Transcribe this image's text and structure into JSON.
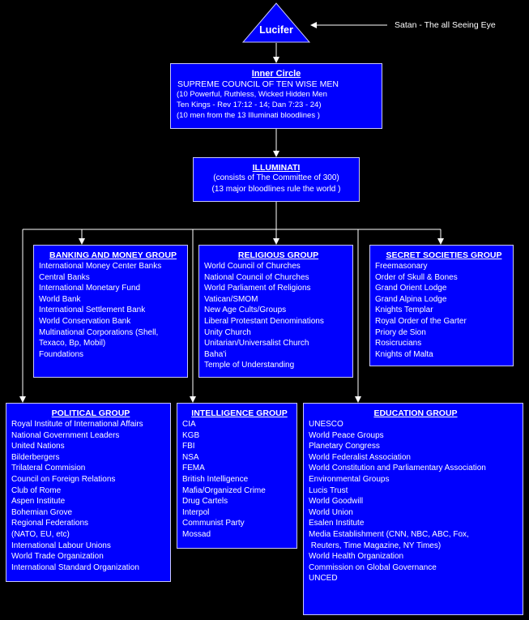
{
  "top": {
    "label": "Lucifer",
    "note": "Satan - The all Seeing Eye"
  },
  "inner_circle": {
    "title": "Inner Circle",
    "lines": [
      "SUPREME COUNCIL OF TEN WISE MEN",
      "(10 Powerful, Ruthless, Wicked Hidden Men",
      "Ten Kings - Rev 17:12 - 14; Dan 7:23 - 24)",
      "(10 men from the 13 Illuminati bloodlines )"
    ]
  },
  "illuminati": {
    "title": "ILLUMINATI",
    "lines": [
      "(consists of The Committee of 300)",
      "(13 major bloodlines rule the world )"
    ]
  },
  "groups": {
    "banking": {
      "title": "BANKING AND MONEY GROUP",
      "items": [
        "International Money Center Banks",
        "Central Banks",
        "International Monetary Fund",
        "World Bank",
        "International Settlement Bank",
        "World Conservation Bank",
        "Multinational Corporations (Shell,",
        "Texaco, Bp, Mobil)",
        "Foundations"
      ]
    },
    "religious": {
      "title": "RELIGIOUS GROUP",
      "items": [
        "World Council of Churches",
        "National Council of Churches",
        "World Parliament of Religions",
        "Vatican/SMOM",
        "New Age Cults/Groups",
        "Liberal Protestant Denominations",
        "Unity Church",
        "Unitarian/Universalist Church",
        "Baha'i",
        "Temple of Understanding"
      ]
    },
    "secret": {
      "title": "SECRET SOCIETIES GROUP",
      "items": [
        "Freemasonary",
        "Order of Skull & Bones",
        "Grand Orient Lodge",
        "Grand Alpina Lodge",
        "Knights Templar",
        "Royal Order of the Garter",
        "Priory de Sion",
        "Rosicrucians",
        "Knights of Malta"
      ]
    },
    "political": {
      "title": "POLITICAL GROUP",
      "items": [
        "Royal Institute of International Affairs",
        "National Government Leaders",
        "United Nations",
        "Bilderbergers",
        "Trilateral Commision",
        "Council on Foreign Relations",
        "Club of Rome",
        "Aspen Institute",
        "Bohemian Grove",
        "Regional Federations",
        "(NATO, EU, etc)",
        "International Labour Unions",
        "World Trade Organization",
        "International Standard Organization"
      ]
    },
    "intelligence": {
      "title": "INTELLIGENCE GROUP",
      "items": [
        "CIA",
        "KGB",
        "FBI",
        "NSA",
        "FEMA",
        "British Intelligence",
        "Mafia/Organized Crime",
        "Drug Cartels",
        "Interpol",
        "Communist Party",
        "Mossad"
      ]
    },
    "education": {
      "title": "EDUCATION GROUP",
      "items": [
        "UNESCO",
        "World Peace Groups",
        "Planetary Congress",
        "World Federalist  Association",
        "World Constitution and Parliamentary Association",
        "Environmental Groups",
        "Lucis Trust",
        "World Goodwill",
        "World Union",
        "Esalen Institute",
        "Media Establishment (CNN, NBC, ABC, Fox,",
        " Reuters, Time Magazine, NY Times)",
        "World Health Organization",
        "Commission on Global Governance",
        "UNCED"
      ]
    }
  },
  "colors": {
    "box_fill": "#0000fe",
    "background": "#000000",
    "lines": "#ffffff"
  }
}
